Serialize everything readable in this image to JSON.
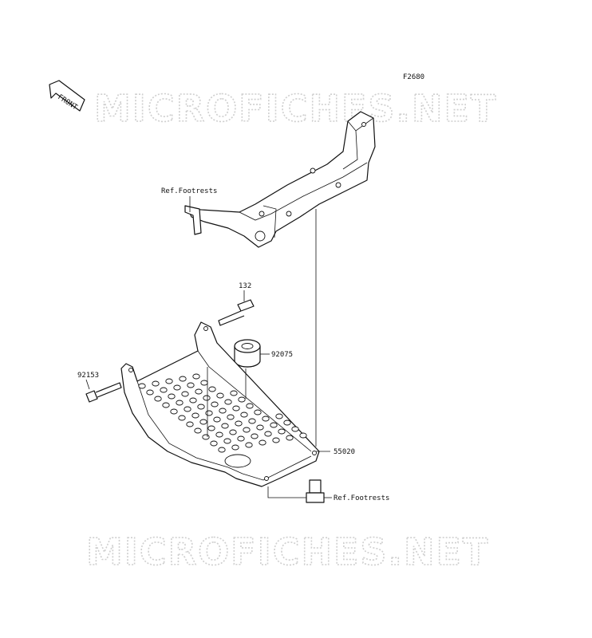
{
  "figure_code": "F2680",
  "front_arrow_label": "FRONT",
  "watermark_text": "MICROFICHES.NET",
  "labels": {
    "ref_footrests_top": "Ref.Footrests",
    "part_132": "132",
    "part_92075": "92075",
    "part_92153": "92153",
    "part_55020": "55020",
    "ref_footrests_bottom": "Ref.Footrests"
  },
  "colors": {
    "line": "#111111",
    "watermark": "#cfcfcf",
    "background": "#ffffff"
  }
}
